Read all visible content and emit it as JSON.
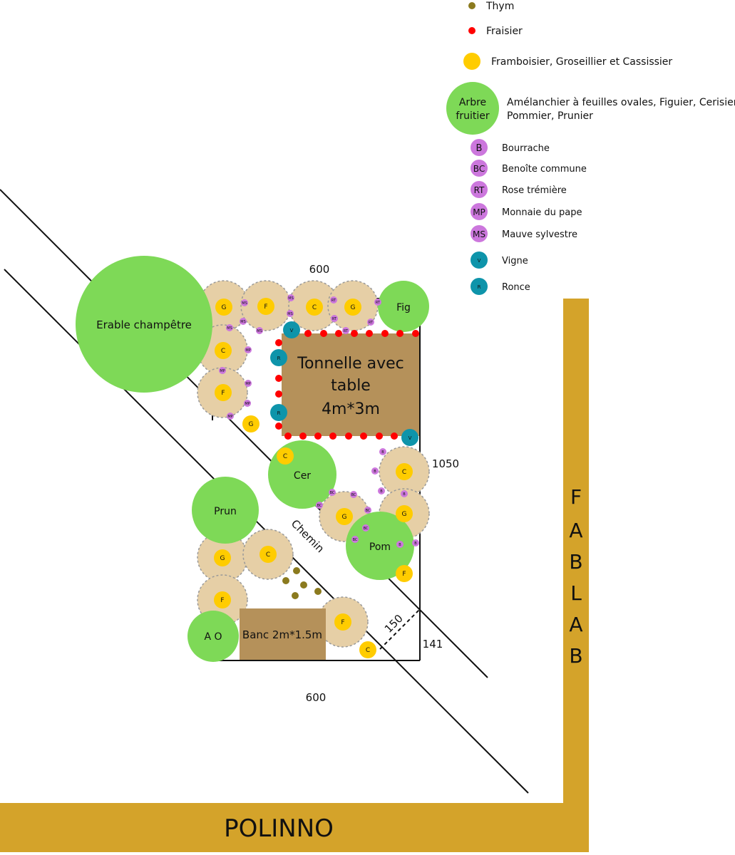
{
  "legend": {
    "thyme": "Thym",
    "strawberry": "Fraisier",
    "berries": "Framboisier, Groseillier et Cassissier",
    "tree_symbol": [
      "Arbre",
      "fruitier"
    ],
    "tree_desc": [
      "Amélanchier à feuilles ovales, Figuier, Cerisier,",
      "Pommier, Prunier"
    ],
    "flowers": [
      {
        "code": "B",
        "label": "Bourrache"
      },
      {
        "code": "BC",
        "label": "Benoîte commune"
      },
      {
        "code": "RT",
        "label": "Rose trémière"
      },
      {
        "code": "MP",
        "label": "Monnaie du pape"
      },
      {
        "code": "MS",
        "label": "Mauve sylvestre"
      }
    ],
    "vine": {
      "code": "V",
      "label": "Vigne"
    },
    "bramble": {
      "code": "R",
      "label": "Ronce"
    }
  },
  "dimensions": {
    "top": "600",
    "bottom": "600",
    "right": "1050",
    "diag": "150",
    "corner": "141"
  },
  "trees": {
    "erable": "Erable champêtre",
    "fig": "Fig",
    "cer": "Cer",
    "prun": "Prun",
    "pom": "Pom",
    "ao": "A O"
  },
  "structures": {
    "tonnelle": [
      "Tonnelle avec",
      "table",
      "4m*3m"
    ],
    "banc": "Banc 2m*1.5m"
  },
  "path_label": "Chemin",
  "buildings": {
    "fablab": [
      "F",
      "A",
      "B",
      "L",
      "A",
      "B"
    ],
    "polinno": "POLINNO"
  },
  "bushes": {
    "g": "G",
    "f": "F",
    "c": "C"
  },
  "colors": {
    "tree": "#7ED957",
    "bush_area": "#E6CFA6",
    "berry": "#FFCC00",
    "strawberry": "#FF0000",
    "thyme": "#8B7A1E",
    "flower": "#CC77DD",
    "vine": "#0E94AA",
    "structure": "#B5915A",
    "building": "#D4A32A"
  }
}
